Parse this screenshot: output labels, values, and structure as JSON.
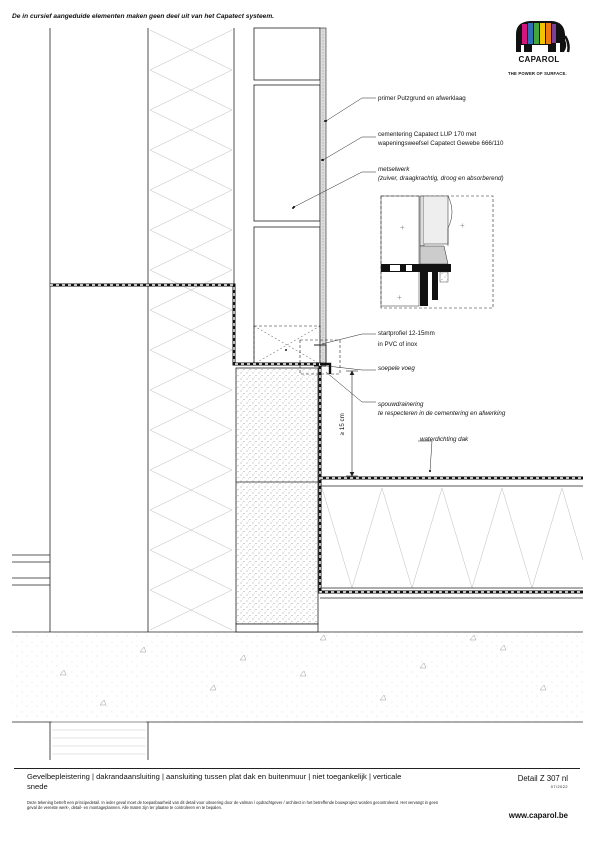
{
  "top_note": "De in cursief aangeduide elementen maken geen deel uit van het Capatect systeem.",
  "logo": {
    "brand": "CAPAROL",
    "tagline": "THE POWER OF SURFACE."
  },
  "annotations": {
    "primer": "primer Putzgrund en afwerklaag",
    "cementering_1": "cementering Capatect LUP 170 met",
    "cementering_2": "wapeningsweefsel Capatect Gewebe 666/110",
    "metselwerk_1": "metselwerk",
    "metselwerk_2": "(zuiver, draagkrachtig, droog en absorberend)",
    "startprofiel_1": "startprofiel 12-15mm",
    "startprofiel_2": "in PVC of inox",
    "soepele_voeg": "soepele voeg",
    "spouwdrainering_1": "spouwdrainering",
    "spouwdrainering_2": "te respecteren in de cementering en afwerking",
    "waterdichting_dak": "waterdichting dak",
    "dimension": "≥ 15 cm"
  },
  "footer": {
    "title": "Gevelbepleistering | dakrandaansluiting | aansluiting tussen plat dak en buitenmuur | niet toegankelijk | verticale snede",
    "disclaimer": "Deze tekening betreft een principedetail. In ieder geval moet de toepasbaarheid van dit detail voor uitvoering door de valman / opdrachtgever / architect in het betreffende bouwproject worden gecontroleerd. Het vervangt in geen geval de vereiste werk-, detail- en montageplannen. Alle maten zijn ter plaatse te controleren en te bepalen.",
    "detail_number": "Detail Z 307 nl",
    "detail_code": "07/2022",
    "website": "www.caparol.be"
  },
  "colors": {
    "line": "#1a1a1a",
    "hatch": "#bbbbbb",
    "logo_magenta": "#d6157c",
    "logo_blue": "#2f6fb7",
    "logo_green": "#44a63a",
    "logo_yellow": "#f3c300",
    "logo_orange": "#ee7a13"
  }
}
